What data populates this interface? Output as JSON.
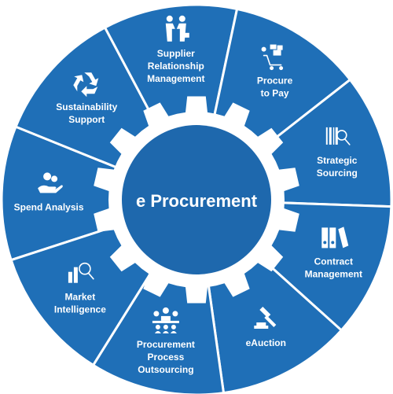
{
  "center": {
    "title": "e Procurement"
  },
  "segments": [
    {
      "lines": [
        "Spend Analysis"
      ],
      "icon": "money-hand-icon"
    },
    {
      "lines": [
        "Sustainability",
        "Support"
      ],
      "icon": "recycle-icon"
    },
    {
      "lines": [
        "Supplier",
        "Relationship",
        "Management"
      ],
      "icon": "handshake-icon"
    },
    {
      "lines": [
        "Procure",
        "to Pay"
      ],
      "icon": "cart-icon"
    },
    {
      "lines": [
        "Strategic",
        "Sourcing"
      ],
      "icon": "barcode-search-icon"
    },
    {
      "lines": [
        "Contract",
        "Management"
      ],
      "icon": "binders-icon"
    },
    {
      "lines": [
        "eAuction"
      ],
      "icon": "gavel-icon"
    },
    {
      "lines": [
        "Procurement",
        "Process",
        "Outsourcing"
      ],
      "icon": "team-icon"
    },
    {
      "lines": [
        "Market",
        "Intelligence"
      ],
      "icon": "chart-search-icon"
    }
  ],
  "colors": {
    "segment": "#1f6fb7",
    "divider": "#ffffff",
    "gear": "#ffffff",
    "hub": "#1e68ad",
    "text": "#ffffff"
  }
}
